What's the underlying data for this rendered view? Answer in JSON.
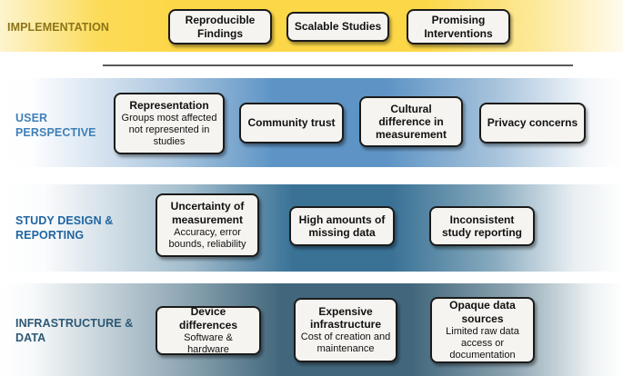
{
  "figure": {
    "description_rows": 4
  },
  "colors": {
    "implementation_band": "#fcd747",
    "implementation_label": "#8c7418",
    "user_perspective_band": "#5d94c5",
    "user_perspective_label": "#3f7fb9",
    "study_design_band": "#3a7296",
    "study_design_label": "#2065a1",
    "infrastructure_band": "#42677c",
    "infrastructure_label": "#2c5876",
    "box_fill": "#f5f4f0",
    "box_border": "#1b1b1b",
    "separator_line": "#58595b"
  },
  "rows": [
    {
      "label": "IMPLEMENTATION",
      "boxes": [
        {
          "title": "Reproducible Findings"
        },
        {
          "title": "Scalable Studies"
        },
        {
          "title": "Promising Interventions"
        }
      ]
    },
    {
      "label": "USER PERSPECTIVE",
      "boxes": [
        {
          "title": "Representation",
          "subtitle": "Groups most affected not represented in studies"
        },
        {
          "title": "Community trust"
        },
        {
          "title": "Cultural difference in measurement"
        },
        {
          "title": "Privacy concerns"
        }
      ]
    },
    {
      "label": "STUDY DESIGN & REPORTING",
      "boxes": [
        {
          "title": "Uncertainty of measurement",
          "subtitle": "Accuracy, error bounds, reliability"
        },
        {
          "title": "High amounts of missing data"
        },
        {
          "title": "Inconsistent study reporting"
        }
      ]
    },
    {
      "label": "INFRASTRUCTURE & DATA",
      "boxes": [
        {
          "title": "Device differences",
          "subtitle": "Software & hardware"
        },
        {
          "title": "Expensive infrastructure",
          "subtitle": "Cost of creation and maintenance"
        },
        {
          "title": "Opaque data sources",
          "subtitle": "Limited raw data access or documentation"
        }
      ]
    }
  ]
}
